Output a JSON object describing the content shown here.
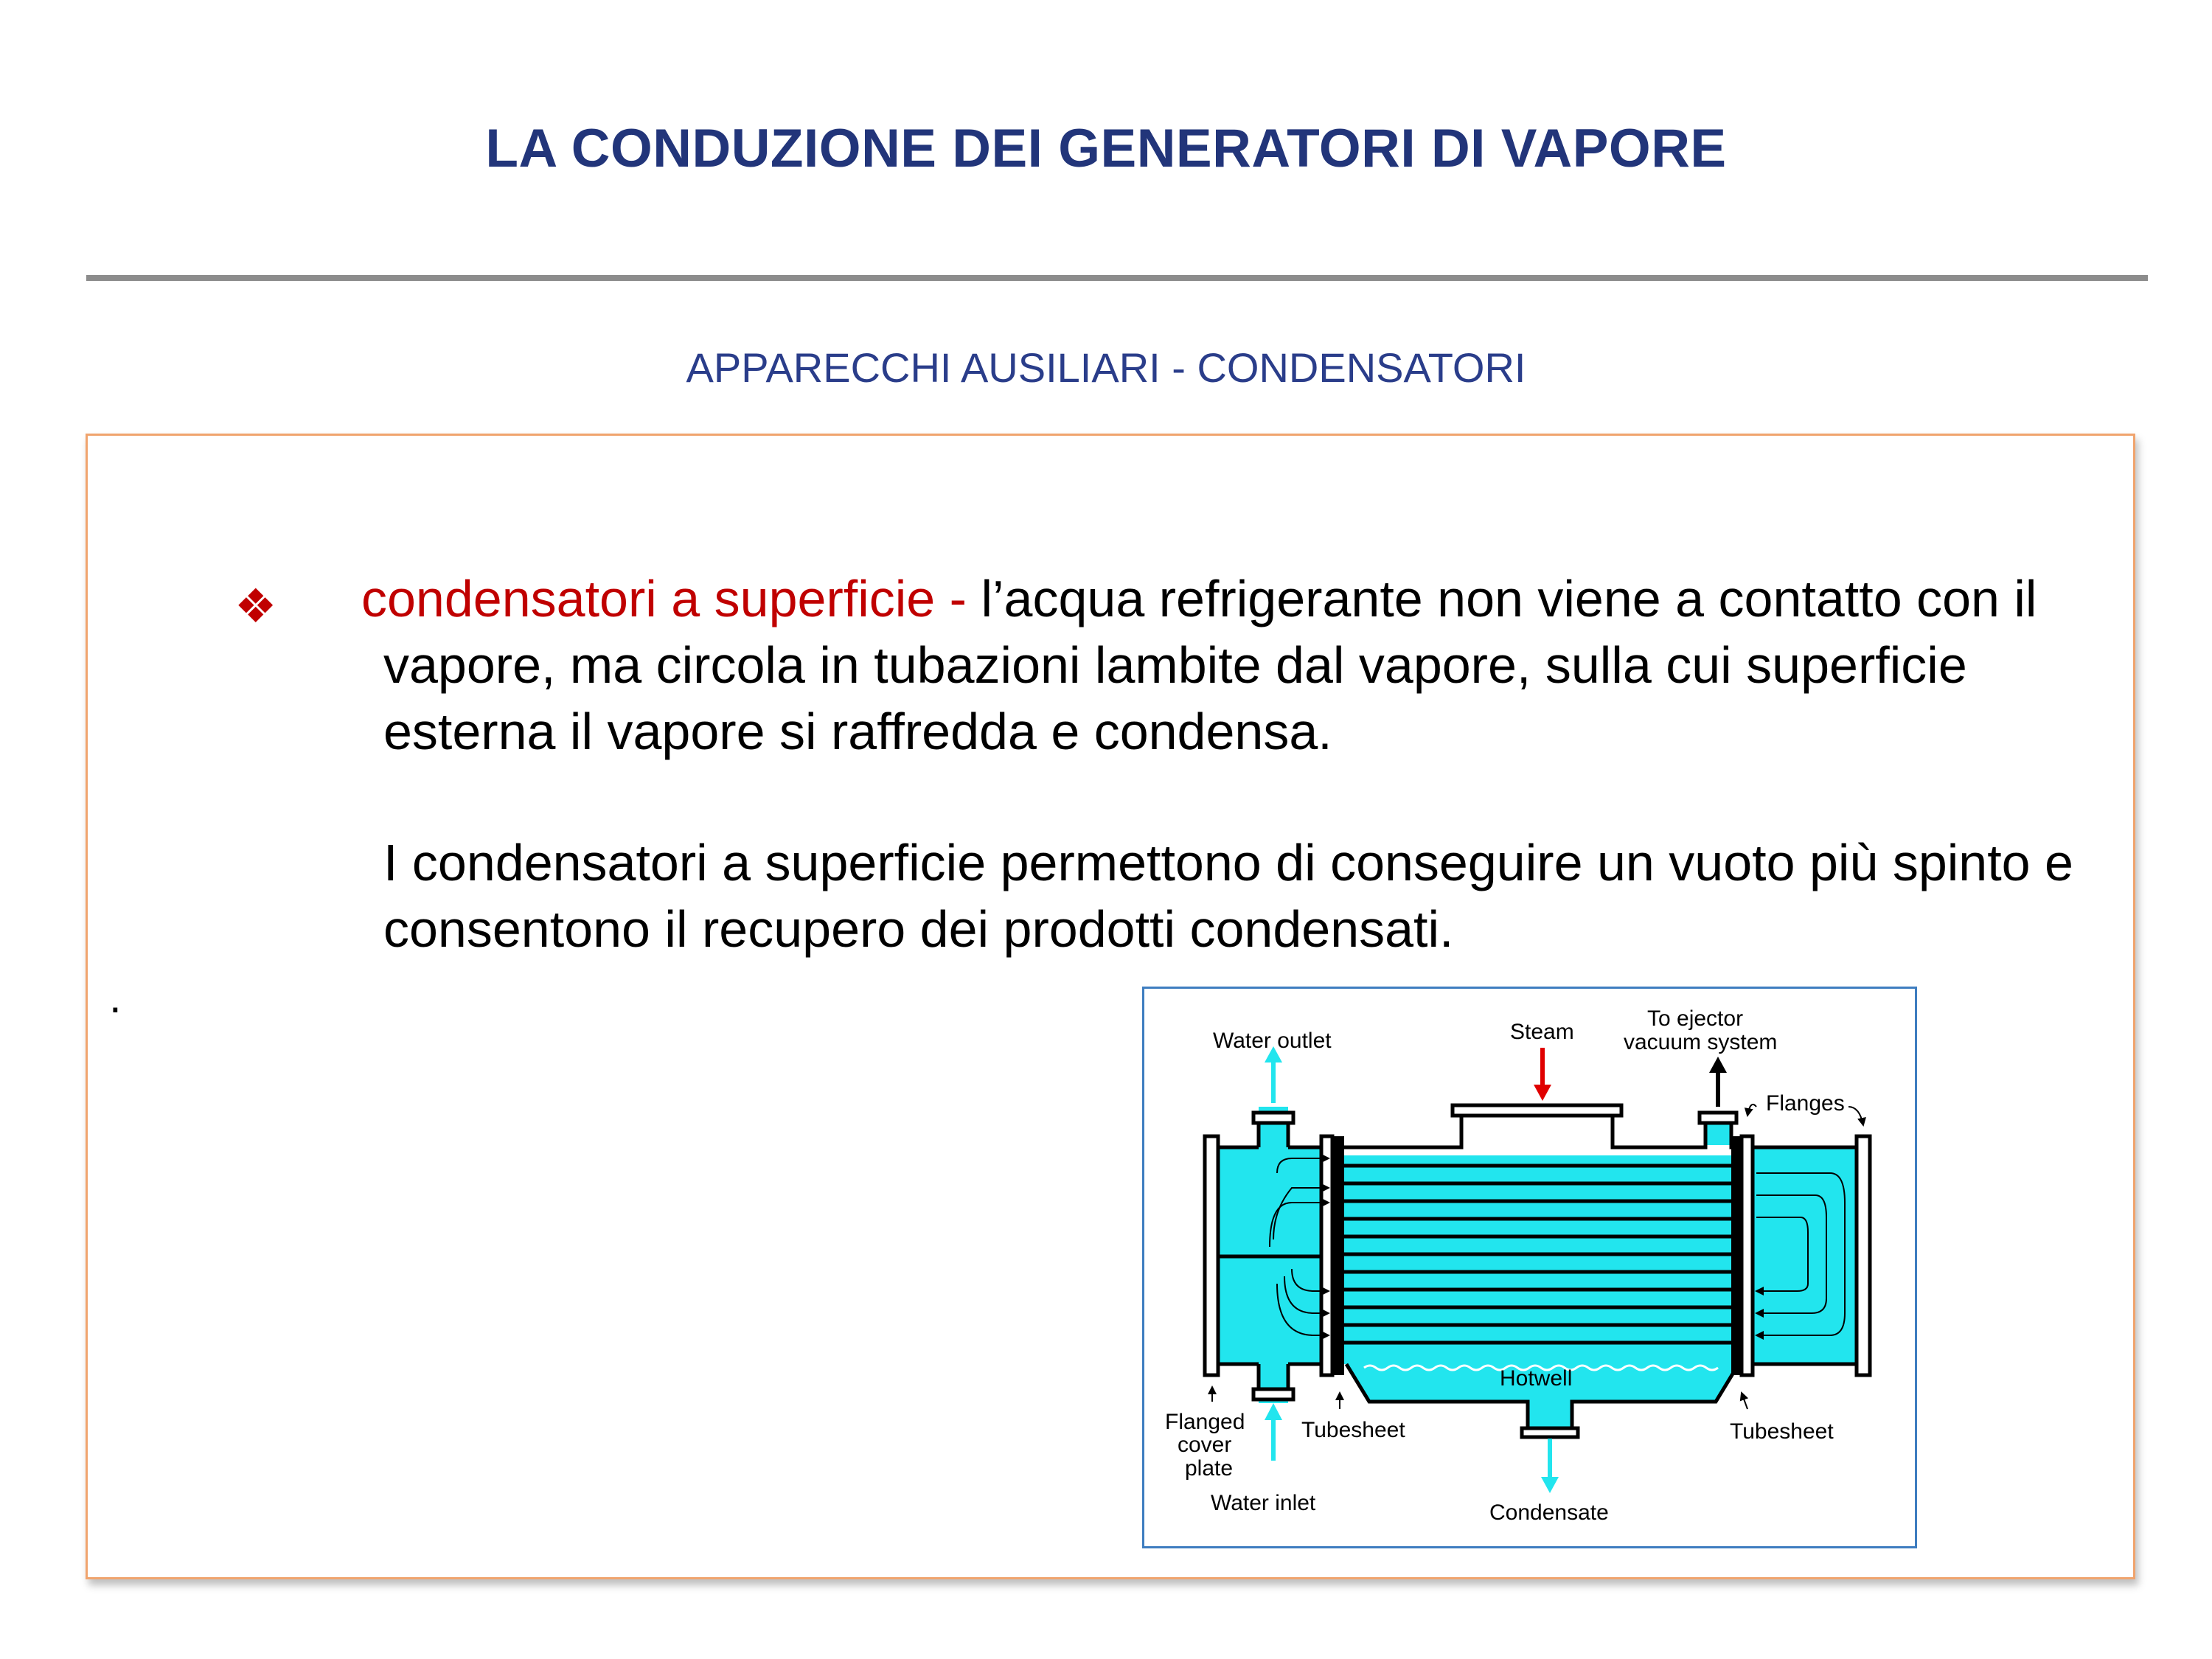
{
  "slide": {
    "title": "LA CONDUZIONE DEI GENERATORI DI VAPORE",
    "subtitle": "APPARECCHI AUSILIARI - CONDENSATORI"
  },
  "content": {
    "bullet_icon": "❖",
    "lead_term": "condensatori a superficie - ",
    "lead_text": "l’acqua refrigerante non viene a contatto con il vapore, ma circola in tubazioni lambite dal vapore, sulla cui superficie esterna il vapore si raffredda e condensa.",
    "paragraph_2": "I condensatori a superficie permettono di conseguire un vuoto più spinto e consentono il recupero dei prodotti condensati.",
    "stray_mark": "."
  },
  "diagram": {
    "labels": {
      "water_outlet": "Water outlet",
      "steam": "Steam",
      "to_ejector_1": "To ejector",
      "to_ejector_2": "vacuum system",
      "flanges": "Flanges",
      "hotwell": "Hotwell",
      "flanged_1": "Flanged",
      "flanged_2": "cover",
      "flanged_3": "plate",
      "tubesheet_left": "Tubesheet",
      "tubesheet_right": "Tubesheet",
      "water_inlet": "Water inlet",
      "condensate": "Condensate"
    },
    "colors": {
      "water": "#22e5ee",
      "steam_arrow": "#e00000",
      "frame": "#3e7dc0"
    }
  }
}
